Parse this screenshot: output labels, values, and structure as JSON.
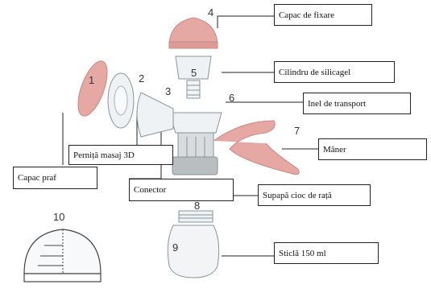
{
  "parts": [
    {
      "number": "1",
      "label": "Capac praf"
    },
    {
      "number": "2",
      "label": "Perniță masaj 3D"
    },
    {
      "number": "3",
      "label": "Conector"
    },
    {
      "number": "4",
      "label": "Capac de fixare"
    },
    {
      "number": "5",
      "label": "Cilindru de silicagel"
    },
    {
      "number": "6",
      "label": "Inel de transport"
    },
    {
      "number": "7",
      "label": "Mâner"
    },
    {
      "number": "8",
      "label": "Supapă cioc de rață"
    },
    {
      "number": "9",
      "label": "Sticlă 150 ml"
    },
    {
      "number": "10",
      "label": ""
    }
  ],
  "colors": {
    "pink": "#e6a8a3",
    "pink_dark": "#c98882",
    "clear_part": "#eef2f4",
    "outline": "#8a949a",
    "grey": "#9aa2a6"
  }
}
